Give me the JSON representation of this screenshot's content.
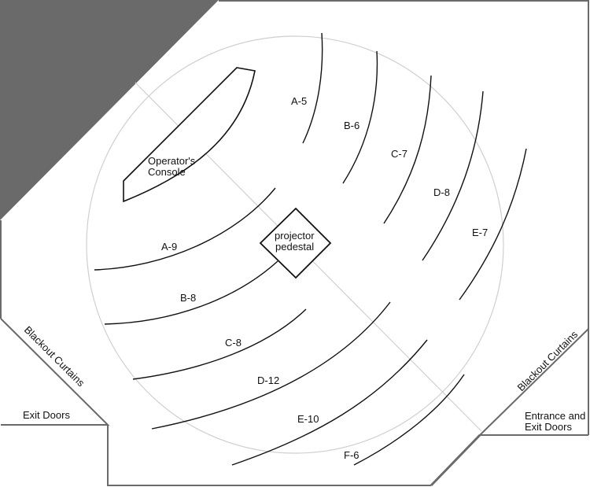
{
  "diagram": {
    "colors": {
      "background": "#ffffff",
      "blocked_area": "#6a6a6a",
      "wall": "#6a6a6a",
      "guide": "#cfcfcf",
      "row_line": "#111111"
    },
    "fixtures": {
      "console_line1": "Operator's",
      "console_line2": "Console",
      "pedestal_line1": "projector",
      "pedestal_line2": "pedestal"
    },
    "rows_right": [
      {
        "label": "A-5"
      },
      {
        "label": "B-6"
      },
      {
        "label": "C-7"
      },
      {
        "label": "D-8"
      },
      {
        "label": "E-7"
      }
    ],
    "rows_bottom": [
      {
        "label": "A-9"
      },
      {
        "label": "B-8"
      },
      {
        "label": "C-8"
      },
      {
        "label": "D-12"
      },
      {
        "label": "E-10"
      },
      {
        "label": "F-6"
      }
    ],
    "doors": {
      "left_curtains": "Blackout Curtains",
      "left_doors": "Exit Doors",
      "right_curtains": "Blackout Curtains",
      "right_doors_line1": "Entrance and",
      "right_doors_line2": "Exit Doors"
    }
  }
}
